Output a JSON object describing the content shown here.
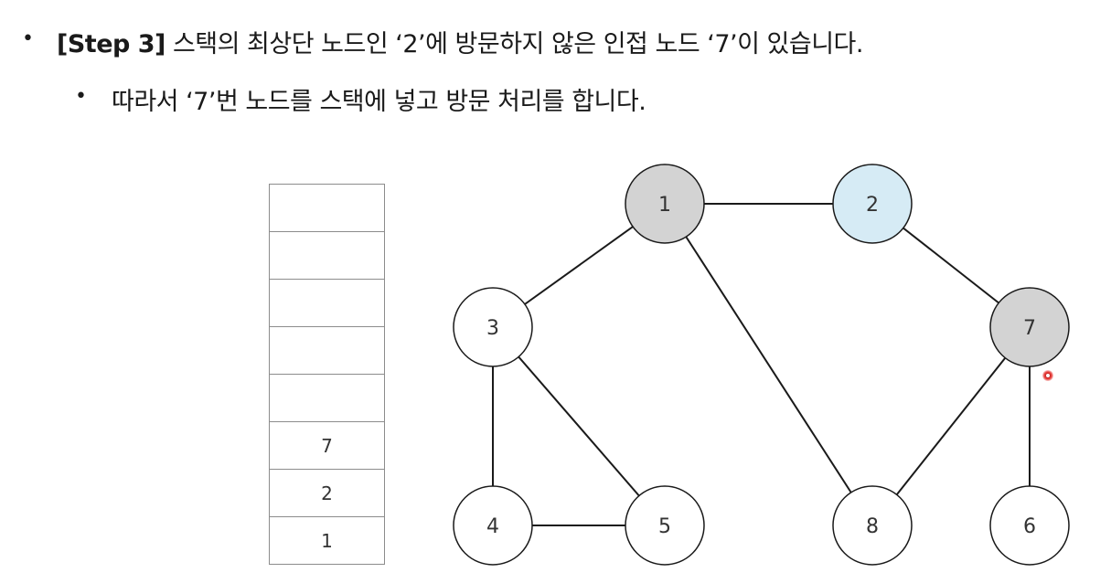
{
  "slide": {
    "line1": {
      "step_label": "[Step 3]",
      "text": " 스택의 최상단 노드인 ‘2’에 방문하지 않은 인접 노드 ‘7’이 있습니다."
    },
    "line2": {
      "text": "따라서 ‘7’번 노드를 스택에 넣고 방문 처리를 합니다."
    },
    "bullet": "•"
  },
  "stack": {
    "cells": [
      "",
      "",
      "",
      "",
      "",
      "7",
      "2",
      "1"
    ]
  },
  "graph": {
    "nodes": [
      {
        "id": "1",
        "label": "1",
        "state": "visited"
      },
      {
        "id": "2",
        "label": "2",
        "state": "current"
      },
      {
        "id": "3",
        "label": "3",
        "state": "unvisited"
      },
      {
        "id": "7",
        "label": "7",
        "state": "visited"
      },
      {
        "id": "4",
        "label": "4",
        "state": "unvisited"
      },
      {
        "id": "5",
        "label": "5",
        "state": "unvisited"
      },
      {
        "id": "8",
        "label": "8",
        "state": "unvisited"
      },
      {
        "id": "6",
        "label": "6",
        "state": "unvisited"
      }
    ],
    "edges": [
      [
        "1",
        "2"
      ],
      [
        "1",
        "3"
      ],
      [
        "1",
        "8"
      ],
      [
        "2",
        "7"
      ],
      [
        "3",
        "4"
      ],
      [
        "3",
        "5"
      ],
      [
        "4",
        "5"
      ],
      [
        "7",
        "8"
      ],
      [
        "7",
        "6"
      ]
    ],
    "colors": {
      "visited": "#d3d3d3",
      "current": "#d6ebf5",
      "unvisited": "#ffffff"
    }
  }
}
